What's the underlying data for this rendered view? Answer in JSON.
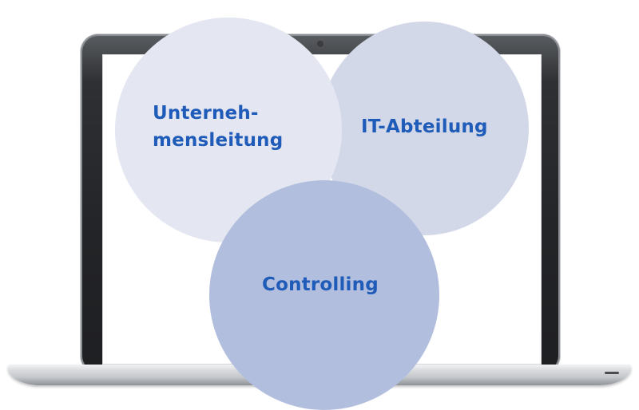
{
  "diagram": {
    "circles": [
      {
        "id": "unternehmensleitung",
        "lines": [
          "Unterneh-",
          "mensleitung"
        ],
        "color": "#e4e7f2"
      },
      {
        "id": "it-abteilung",
        "label": "IT-Abteilung",
        "color": "#d3d8e8"
      },
      {
        "id": "controlling",
        "label": "Controlling",
        "color": "#b1bedd"
      }
    ],
    "label_color": "#1f5bb8",
    "device": "laptop-icon"
  }
}
